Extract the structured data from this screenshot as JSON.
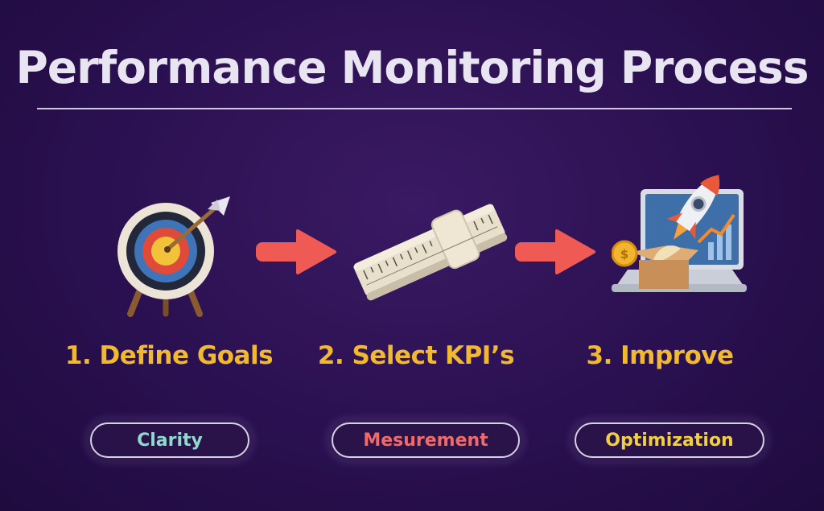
{
  "title": "Performance Monitoring Process",
  "steps": [
    {
      "label": "1. Define Goals",
      "pill": "Clarity",
      "pill_color": "#8fd9cf",
      "icon": "target-icon"
    },
    {
      "label": "2. Select KPI’s",
      "pill": "Mesurement",
      "pill_color": "#f06a6a",
      "icon": "ruler-icon"
    },
    {
      "label": "3. Improve",
      "pill": "Optimization",
      "pill_color": "#f0d040",
      "icon": "rocket-laptop-icon"
    }
  ],
  "colors": {
    "background": "#2a1050",
    "title": "#e9e4f2",
    "step_label": "#f0b930",
    "arrow": "#f05a55"
  }
}
